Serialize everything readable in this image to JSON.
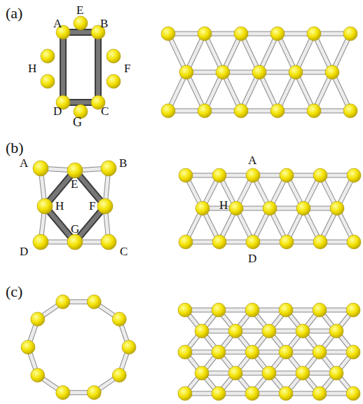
{
  "diagram": {
    "labels": [
      "(a)",
      "E",
      "A",
      "B",
      "H",
      "F",
      "D",
      "C",
      "G",
      "(b)",
      "A",
      "E",
      "B",
      "H",
      "F",
      "D",
      "G",
      "C",
      "A",
      "H",
      "D",
      "(c)"
    ]
  }
}
